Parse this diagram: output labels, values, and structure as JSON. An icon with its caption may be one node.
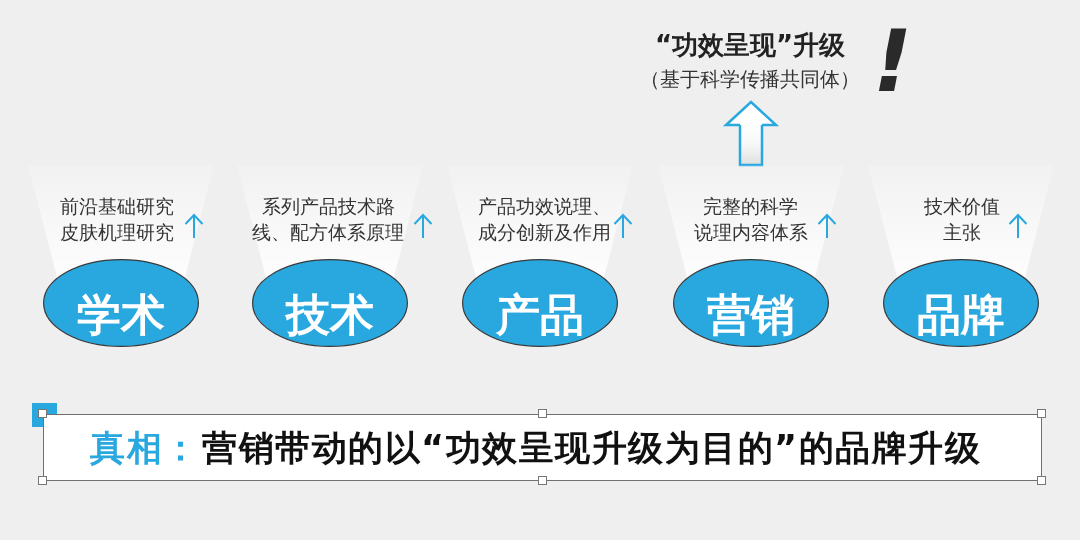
{
  "diagram": {
    "nodes": [
      {
        "text": [
          "“功效呈现”升级",
          "（基于科学传播共同体）"
        ],
        "beside": [
          "!"
        ]
      },
      {
        "text": [
          "学术"
        ],
        "beside": [
          "前沿基础研究皮肤机理研究"
        ]
      },
      {
        "text": [
          "技术"
        ],
        "beside": [
          "系列产品技术路线、配方体系原理"
        ]
      },
      {
        "text": [
          "产品"
        ],
        "beside": [
          "产品功效说理、成分创新及作用"
        ]
      },
      {
        "text": [
          "营销"
        ],
        "beside": [
          "完整的科学说理内容体系"
        ]
      },
      {
        "text": [
          "品牌"
        ],
        "beside": [
          "技术价值主张"
        ]
      },
      {
        "text": [
          "真相：",
          "营销带动的以“功效呈现升级为目的”的品牌升级"
        ]
      }
    ],
    "edges": [
      {
        "from": 4,
        "to": 0,
        "arrow": "to"
      }
    ]
  }
}
